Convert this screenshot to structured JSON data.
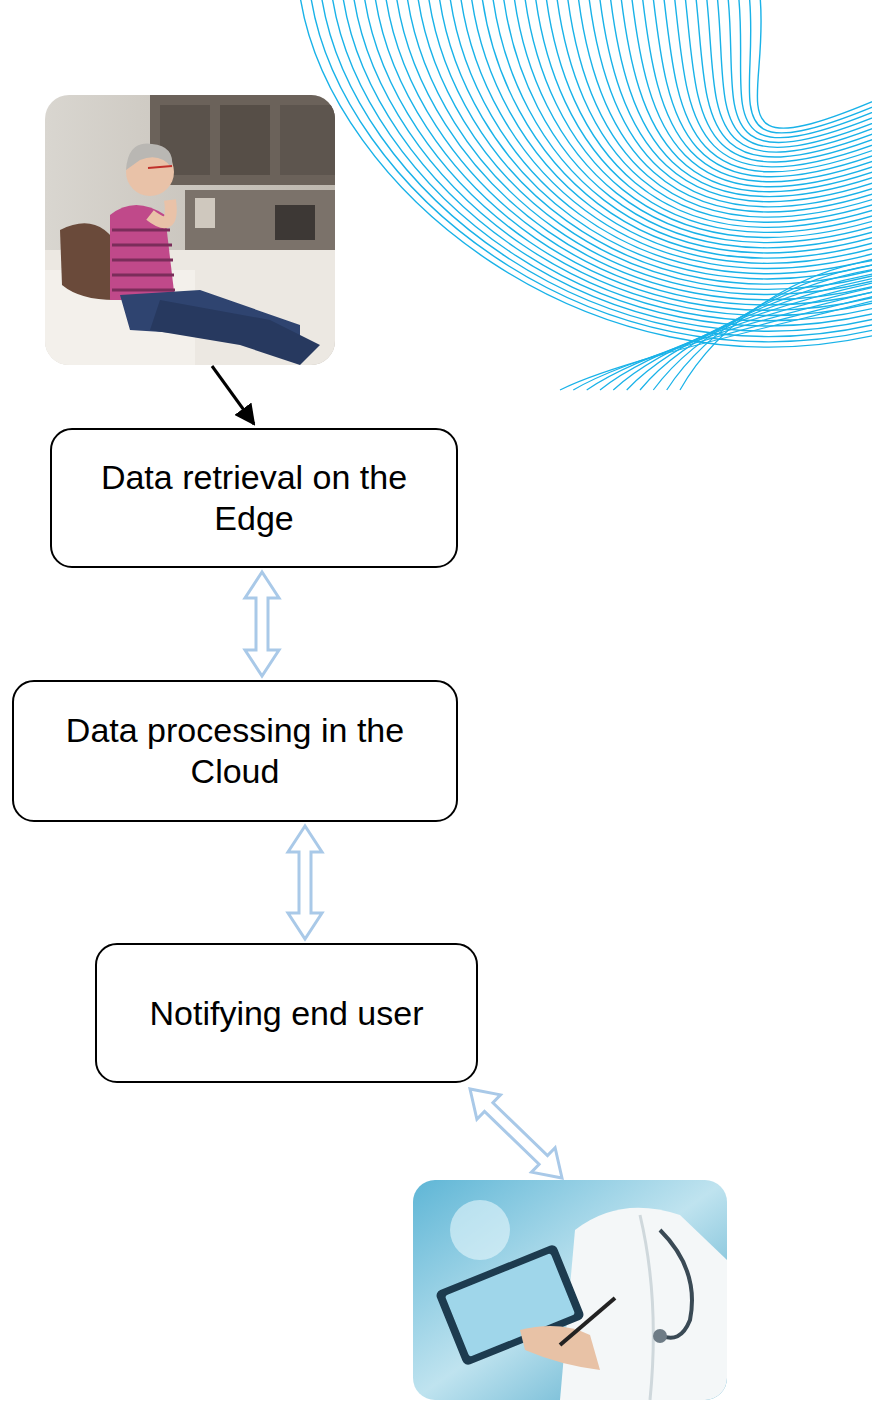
{
  "diagram": {
    "nodes": [
      {
        "text": [
          "Data retrieval on the Edge"
        ]
      },
      {
        "text": [
          "Data processing in the Cloud"
        ]
      },
      {
        "text": [
          "Notifying end user"
        ]
      }
    ],
    "edges": [
      {
        "from": 0,
        "to": 1,
        "arrow": "both"
      },
      {
        "from": 1,
        "to": 2,
        "arrow": "both"
      }
    ]
  }
}
